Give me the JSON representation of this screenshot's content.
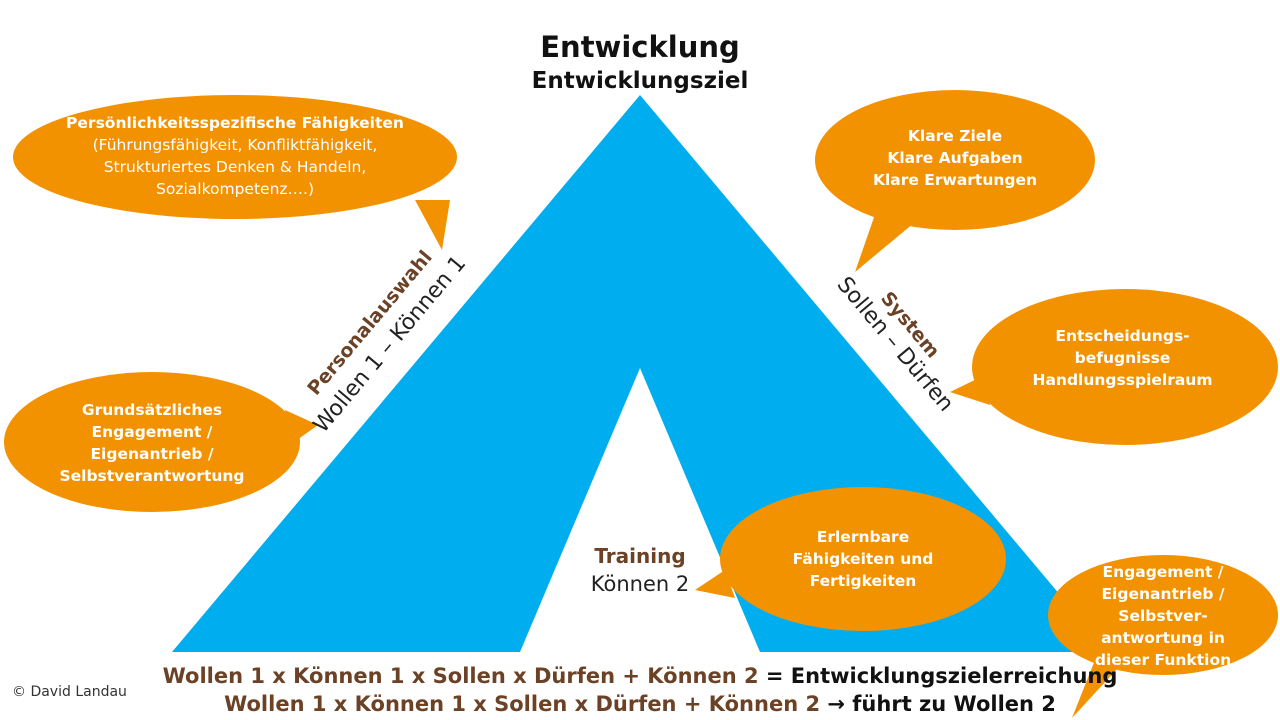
{
  "title": {
    "main": "Entwicklung",
    "sub": "Entwicklungsziel"
  },
  "bubbles": {
    "personality": {
      "heading": "Persönlichkeitsspezifische Fähigkeiten",
      "lines": [
        "(Führungsfähigkeit, Konfliktfähigkeit,",
        "Strukturiertes Denken & Handeln,",
        "Sozialkompetenz….)"
      ]
    },
    "goals": {
      "lines": [
        "Klare Ziele",
        "Klare Aufgaben",
        "Klare Erwartungen"
      ]
    },
    "decision": {
      "lines": [
        "Entscheidungs-",
        "befugnisse",
        "Handlungsspielraum"
      ]
    },
    "engagement_left": {
      "lines": [
        "Grundsätzliches",
        "Engagement /",
        "Eigenantrieb /",
        "Selbstverantwortung"
      ]
    },
    "learnable": {
      "lines": [
        "Erlernbare",
        "Fähigkeiten und",
        "Fertigkeiten"
      ]
    },
    "engagement_right": {
      "lines": [
        "Engagement /",
        "Eigenantrieb /",
        "Selbstver-",
        "antwortung in",
        "dieser Funktion"
      ]
    }
  },
  "sides": {
    "left": {
      "label": "Personalauswahl",
      "formula": "Wollen 1 – Können 1"
    },
    "right": {
      "label": "System",
      "formula": "Sollen – Dürfen"
    },
    "bottom": {
      "label": "Training",
      "formula": "Können 2"
    }
  },
  "formula": {
    "line1_lhs": "Wollen 1 x Können 1 x Sollen x Dürfen + Können 2",
    "line1_rhs": " = Entwicklungszielerreichung",
    "line2_lhs": "Wollen 1 x Können 1 x Sollen x Dürfen + Können 2",
    "line2_rhs": " → führt zu Wollen 2"
  },
  "copyright": "© David Landau",
  "colors": {
    "triangle": "#00aeef",
    "bubble": "#f39200",
    "label_brown": "#6b4226"
  }
}
